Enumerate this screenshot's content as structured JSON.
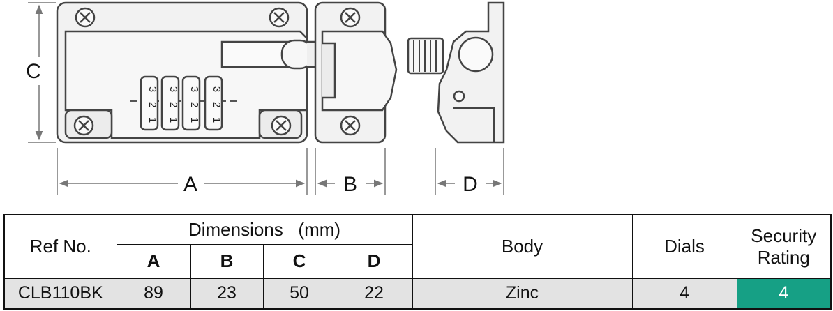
{
  "drawing": {
    "dimension_labels": {
      "a": "A",
      "b": "B",
      "c": "C",
      "d": "D"
    },
    "dial_digits": [
      "3",
      "2",
      "1"
    ]
  },
  "table": {
    "ref_header": "Ref No.",
    "dimensions_header": "Dimensions   (mm)",
    "dim_columns": [
      "A",
      "B",
      "C",
      "D"
    ],
    "body_header": "Body",
    "dials_header": "Dials",
    "rating_header_line1": "Security",
    "rating_header_line2": "Rating",
    "row": {
      "ref": "CLB110BK",
      "a": "89",
      "b": "23",
      "c": "50",
      "d": "22",
      "body": "Zinc",
      "dials": "4",
      "rating": "4"
    }
  },
  "colors": {
    "rating_fill": "#16a085",
    "data_row_fill": "#e3e3e3",
    "part_fill": "#f2f2f2"
  }
}
